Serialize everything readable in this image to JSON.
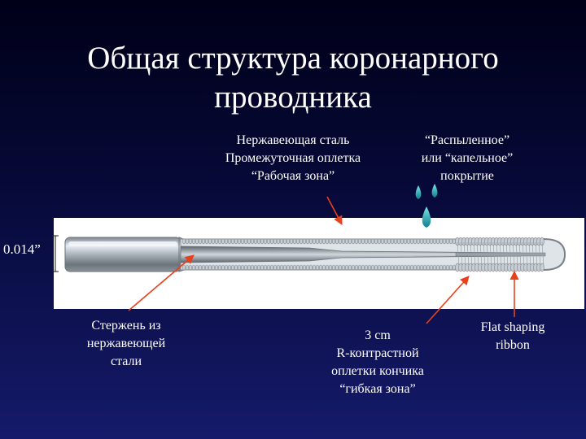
{
  "slide": {
    "title_lines": [
      "Общая структура коронарного",
      "проводника"
    ]
  },
  "labels": {
    "materials": [
      "Нержавеющая сталь",
      "Промежуточная оплетка",
      "“Рабочая зона”"
    ],
    "coating": [
      "“Распыленное”",
      "или “капельное”",
      "покрытие"
    ],
    "gauge": "0.014”",
    "core": [
      "Стержень из",
      "нержавеющей",
      "стали"
    ],
    "tip_coil": [
      "3 cm",
      "R-контрастной",
      "оплетки кончика",
      "“гибкая зона”"
    ],
    "ribbon": [
      "Flat shaping",
      "ribbon"
    ]
  },
  "colors": {
    "background_top": "#000018",
    "background_bottom": "#151a6a",
    "arrow": "#e8401c",
    "drop": "#1aa7b0",
    "text": "#ffffff"
  }
}
